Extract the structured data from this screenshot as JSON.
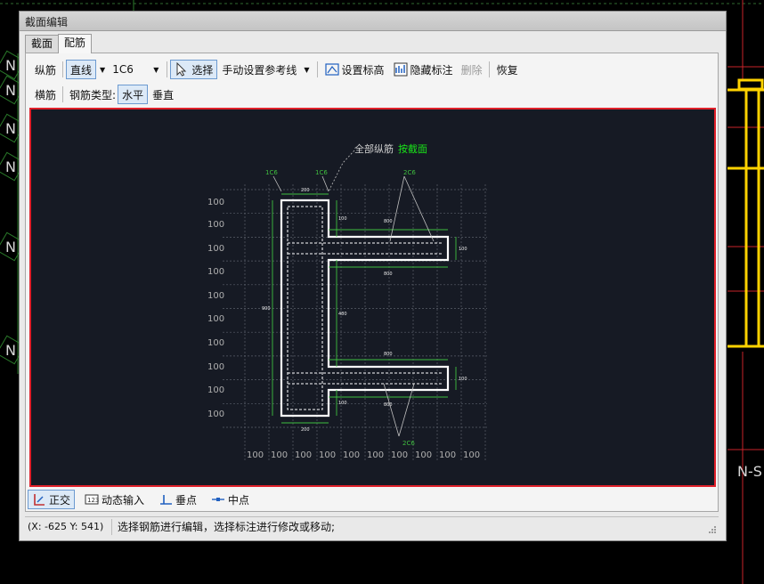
{
  "background": {
    "axis_tags": [
      "N",
      "N",
      "N",
      "N",
      "N",
      "N"
    ],
    "axis_tag_right": "N-S",
    "colors": {
      "grid_red": "#c8242a",
      "grid_green": "#2a7a2a",
      "beam_yellow": "#ffd200"
    }
  },
  "window": {
    "title": "截面编辑"
  },
  "tabs": [
    {
      "label": "截面"
    },
    {
      "label": "配筋"
    }
  ],
  "toolbar1": {
    "longitudinal_label": "纵筋",
    "line_mode": "直线",
    "bar_spec": "1C6",
    "select_label": "选择",
    "manual_ref_label": "手动设置参考线",
    "set_elevation_label": "设置标高",
    "hide_annotation_label": "隐藏标注",
    "delete_label": "删除",
    "restore_label": "恢复"
  },
  "toolbar2": {
    "transverse_label": "横筋",
    "bar_type_label": "钢筋类型:",
    "horizontal_label": "水平",
    "vertical_label": "垂直"
  },
  "drawing": {
    "legend_all": "全部纵筋",
    "legend_by_section": "按截面",
    "labels": {
      "top_left_1": "1C6",
      "top_left_2": "1C6",
      "top_right": "2C6",
      "bottom": "2C6",
      "dim_200_top": "200",
      "dim_200_bottom": "200",
      "dim_100_a": "100",
      "dim_100_b": "100",
      "dim_900": "900",
      "dim_480": "480",
      "dim_800_a": "800",
      "dim_800_b": "800",
      "dim_800_c": "800",
      "dim_800_d": "800",
      "dim_100_c": "100",
      "dim_100_d": "100"
    },
    "grid_side_labels": [
      "100",
      "100",
      "100",
      "100",
      "100",
      "100",
      "100",
      "100",
      "100",
      "100"
    ],
    "grid_bottom_labels": [
      "100",
      "100",
      "100",
      "100",
      "100",
      "100",
      "100",
      "100",
      "100",
      "100"
    ],
    "colors": {
      "background": "#161a24",
      "section": "#ffffff",
      "dimension": "#3fbf3f",
      "legend_green": "#19e619",
      "grid": "#5a5f6a"
    }
  },
  "snapbar": {
    "ortho_label": "正交",
    "dynamic_input_label": "动态输入",
    "perpendicular_label": "垂点",
    "midpoint_label": "中点"
  },
  "statusbar": {
    "coords": "(X: -625 Y: 541)",
    "message": "选择钢筋进行编辑，选择标注进行修改或移动;"
  }
}
